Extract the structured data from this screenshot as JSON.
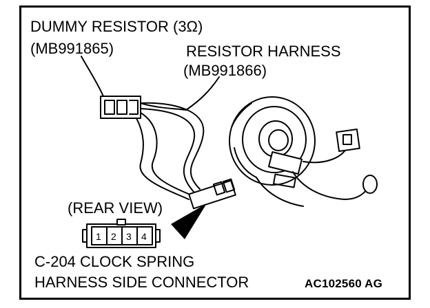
{
  "diagram": {
    "labels": {
      "dummy_resistor": "DUMMY RESISTOR (3Ω)",
      "dummy_resistor_part": "(MB991865)",
      "resistor_harness": "RESISTOR HARNESS",
      "resistor_harness_part": "(MB991866)",
      "view_note": "(REAR VIEW)",
      "connector_title_line1": "C-204 CLOCK SPRING",
      "connector_title_line2": "HARNESS SIDE CONNECTOR",
      "figure_code": "AC102560 AG"
    },
    "connector_pins": [
      "1",
      "2",
      "3",
      "4"
    ]
  }
}
